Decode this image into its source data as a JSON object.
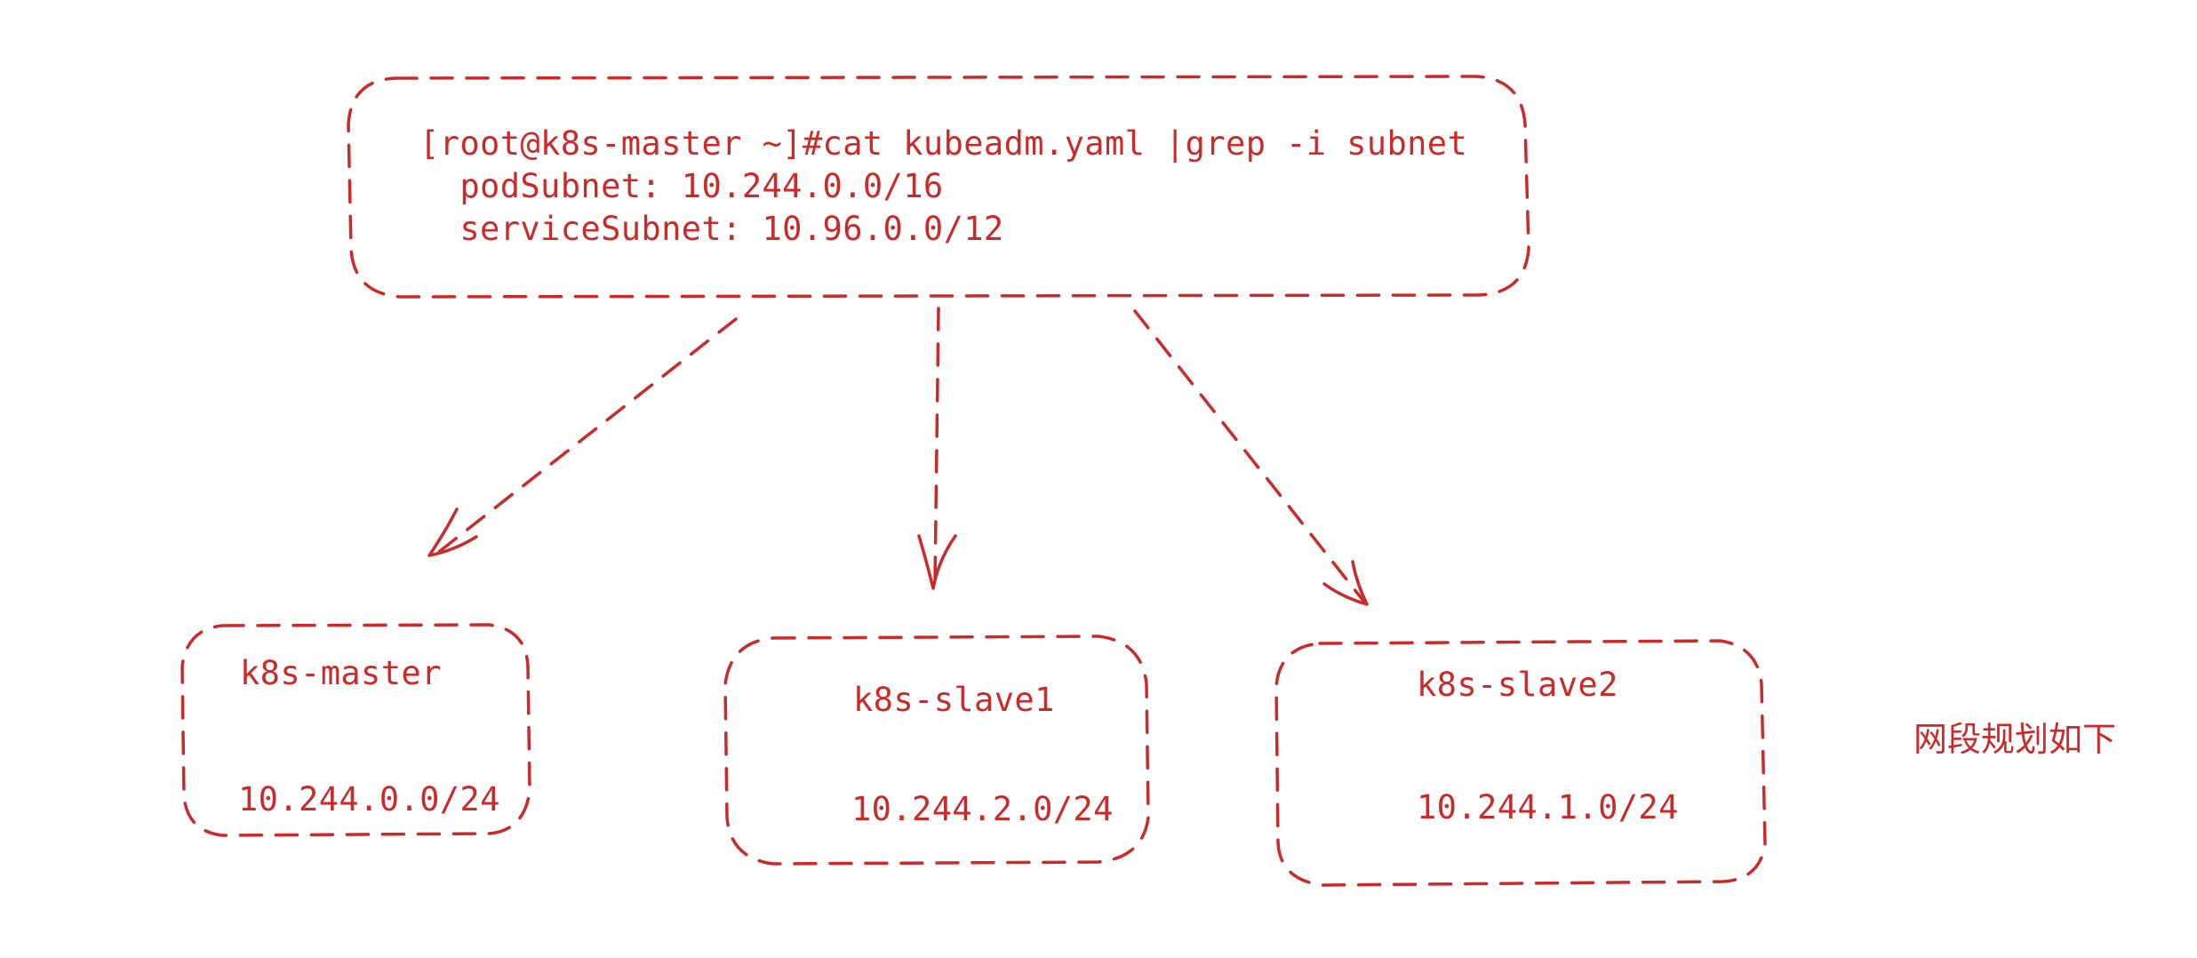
{
  "diagram": {
    "stroke_color": "#c92a2a",
    "command_box": {
      "lines": [
        "[root@k8s-master ~]#cat kubeadm.yaml |grep -i subnet",
        "  podSubnet: 10.244.0.0/16",
        "  serviceSubnet: 10.96.0.0/12"
      ]
    },
    "nodes": [
      {
        "name": "k8s-master",
        "subnet": "10.244.0.0/24"
      },
      {
        "name": "k8s-slave1",
        "subnet": "10.244.2.0/24"
      },
      {
        "name": "k8s-slave2",
        "subnet": "10.244.1.0/24"
      }
    ],
    "note": "网段规划如下",
    "edges": [
      {
        "from": "command_box",
        "to": "k8s-master",
        "style": "dashed-arrow"
      },
      {
        "from": "command_box",
        "to": "k8s-slave1",
        "style": "dashed-arrow"
      },
      {
        "from": "command_box",
        "to": "k8s-slave2",
        "style": "dashed-arrow"
      }
    ]
  }
}
